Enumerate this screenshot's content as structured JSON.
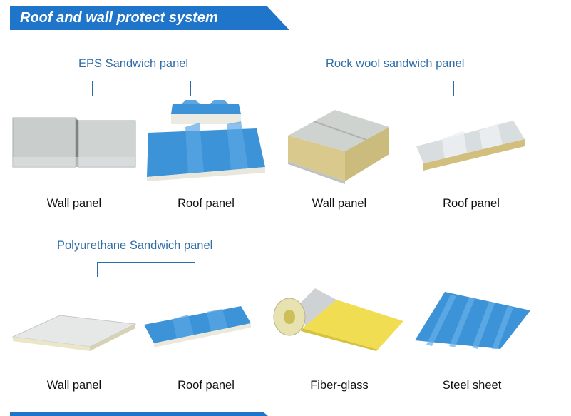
{
  "banner": {
    "title": "Roof and wall protect system"
  },
  "groups": [
    {
      "title": "EPS Sandwich panel"
    },
    {
      "title": "Rock wool sandwich panel"
    },
    {
      "title": "Polyurethane Sandwich panel"
    }
  ],
  "products": [
    {
      "caption": "Wall panel",
      "icon": "eps-wall-panel-image"
    },
    {
      "caption": "Roof panel",
      "icon": "eps-roof-panel-image"
    },
    {
      "caption": "Wall panel",
      "icon": "rockwool-wall-panel-image"
    },
    {
      "caption": "Roof panel",
      "icon": "rockwool-roof-panel-image"
    },
    {
      "caption": "Wall panel",
      "icon": "pu-wall-panel-image"
    },
    {
      "caption": "Roof panel",
      "icon": "pu-roof-panel-image"
    },
    {
      "caption": "Fiber-glass",
      "icon": "fiberglass-roll-image"
    },
    {
      "caption": "Steel sheet",
      "icon": "steel-sheet-image"
    }
  ],
  "colors": {
    "banner": "#1f75c9",
    "group_title": "#2f6da8",
    "panel_blue": "#3c93d8",
    "panel_grey": "#cfd3d2",
    "rockwool": "#d9c98c",
    "fiberglass": "#f0dd52"
  }
}
